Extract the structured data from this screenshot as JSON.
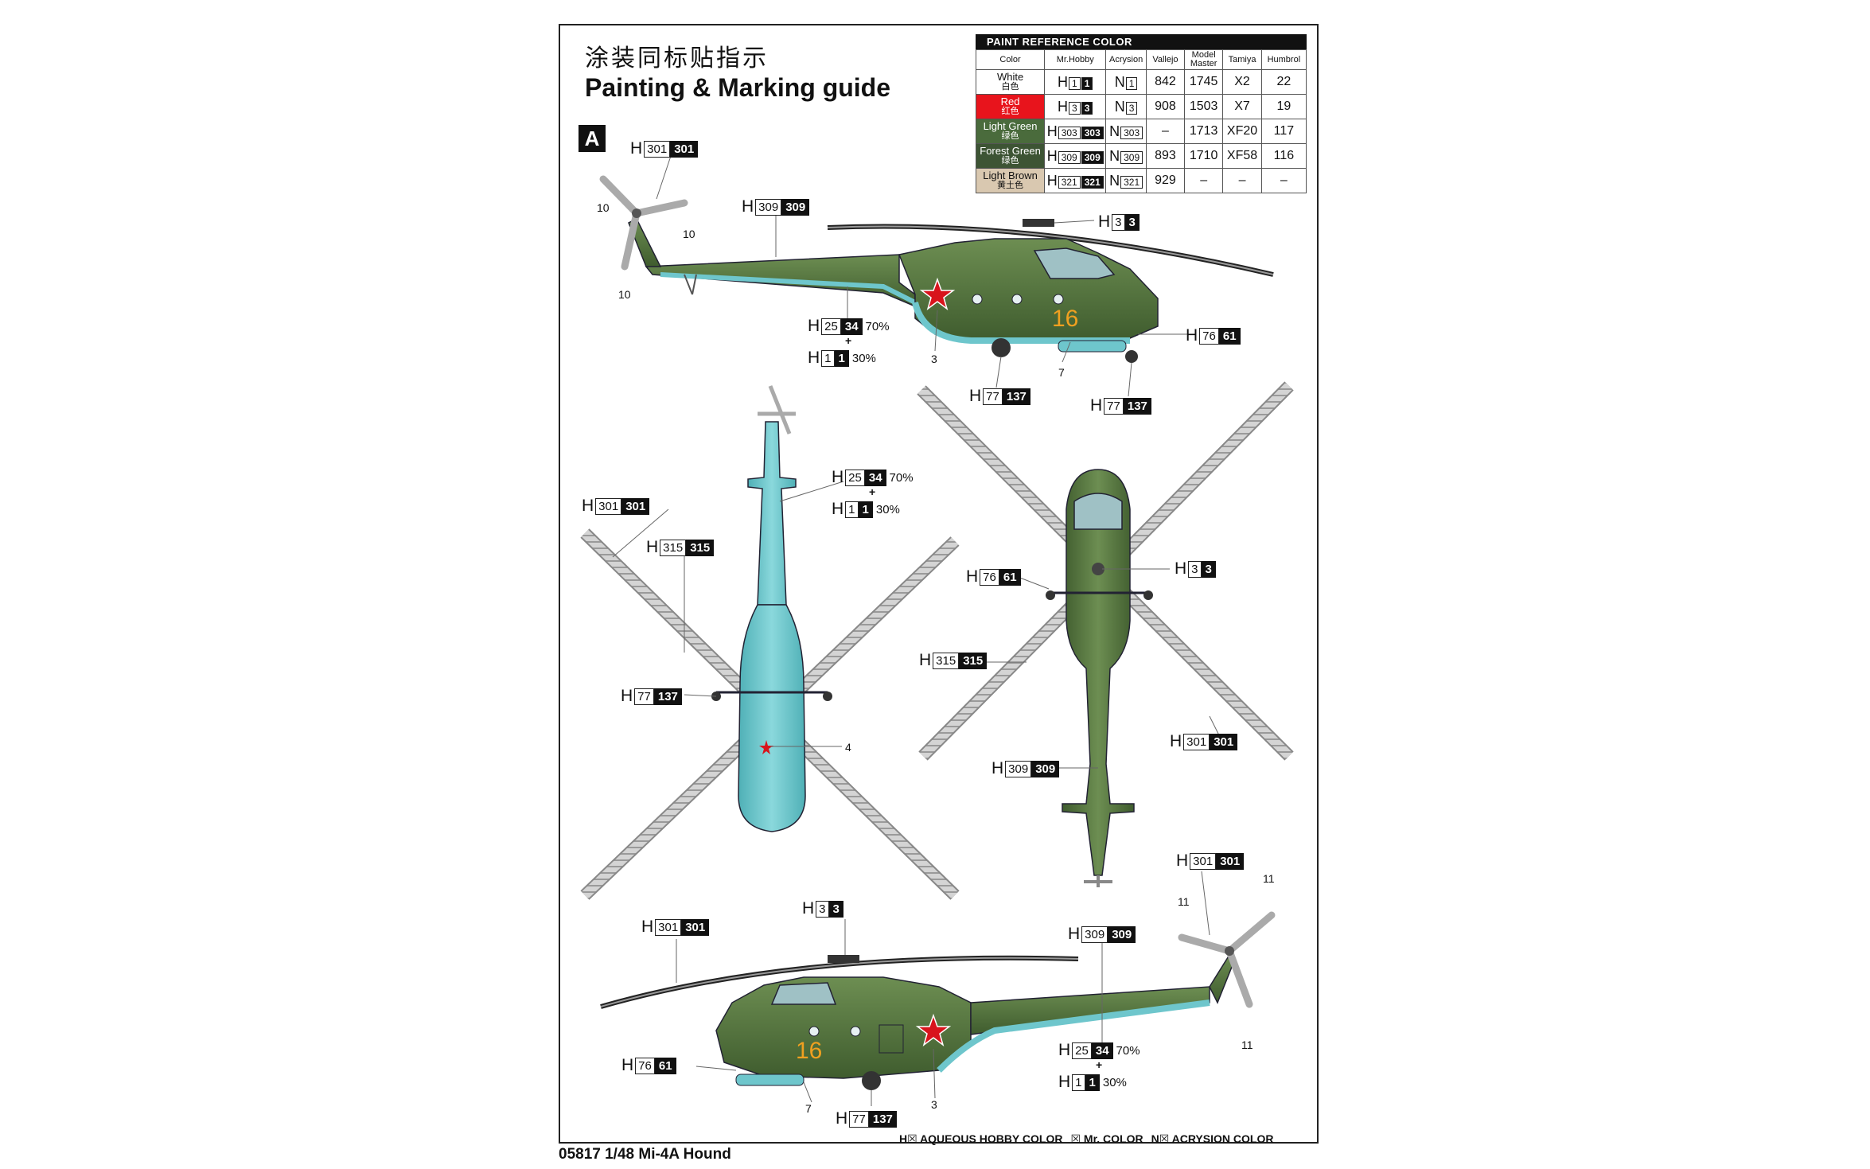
{
  "title_cn": "涂装同标贴指示",
  "title_en": "Painting & Marking guide",
  "badge": "A",
  "paint_table": {
    "heading": "PAINT  REFERENCE COLOR",
    "columns": [
      "Color",
      "Mr.Hobby",
      "Acrysion",
      "Vallejo",
      "Model Master",
      "Tamiya",
      "Humbrol"
    ],
    "rows": [
      {
        "color_en": "White",
        "color_cn": "白色",
        "swatch": "#ffffff",
        "text_color": "#111111",
        "h": "1",
        "n": "1",
        "vallejo": "842",
        "model_master": "1745",
        "tamiya": "X2",
        "humbrol": "22"
      },
      {
        "color_en": "Red",
        "color_cn": "红色",
        "swatch": "#e8141c",
        "text_color": "#ffffff",
        "h": "3",
        "n": "3",
        "vallejo": "908",
        "model_master": "1503",
        "tamiya": "X7",
        "humbrol": "19"
      },
      {
        "color_en": "Light Green",
        "color_cn": "绿色",
        "swatch": "#4a6b3c",
        "text_color": "#ffffff",
        "h": "303",
        "n": "303",
        "vallejo": "–",
        "model_master": "1713",
        "tamiya": "XF20",
        "humbrol": "117"
      },
      {
        "color_en": "Forest Green",
        "color_cn": "绿色",
        "swatch": "#3d5434",
        "text_color": "#ffffff",
        "h": "309",
        "n": "309",
        "vallejo": "893",
        "model_master": "1710",
        "tamiya": "XF58",
        "humbrol": "116"
      },
      {
        "color_en": "Light Brown",
        "color_cn": "黄土色",
        "swatch": "#d9c8b0",
        "text_color": "#111111",
        "h": "321",
        "n": "321",
        "vallejo": "929",
        "model_master": "–",
        "tamiya": "–",
        "humbrol": "–"
      }
    ]
  },
  "colors": {
    "green": "#5a7a42",
    "green_dark": "#3e5a2e",
    "cyan": "#6ec6cc",
    "cyan_dark": "#4aa9b0",
    "rotor": "#cfcfcf",
    "code": "#f0a020",
    "star": "#d8141c"
  },
  "callouts": {
    "c1": {
      "code": "301",
      "black": "301"
    },
    "c2": {
      "code": "309",
      "black": "309"
    },
    "c3": {
      "code": "3",
      "black": "3"
    },
    "c4": {
      "code": "25",
      "black": "34",
      "pct": "70%"
    },
    "c5": {
      "code": "1",
      "black": "1",
      "pct": "30%"
    },
    "c6": {
      "code": "76",
      "black": "61"
    },
    "c7": {
      "code": "77",
      "black": "137"
    },
    "c8": {
      "code": "77",
      "black": "137"
    },
    "c9": {
      "code": "25",
      "black": "34",
      "pct": "70%"
    },
    "c10": {
      "code": "1",
      "black": "1",
      "pct": "30%"
    },
    "c11": {
      "code": "301",
      "black": "301"
    },
    "c12": {
      "code": "315",
      "black": "315"
    },
    "c13": {
      "code": "77",
      "black": "137"
    },
    "c14": {
      "code": "76",
      "black": "61"
    },
    "c15": {
      "code": "3",
      "black": "3"
    },
    "c16": {
      "code": "315",
      "black": "315"
    },
    "c17": {
      "code": "301",
      "black": "301"
    },
    "c18": {
      "code": "309",
      "black": "309"
    },
    "c19": {
      "code": "301",
      "black": "301"
    },
    "c20": {
      "code": "3",
      "black": "3"
    },
    "c21": {
      "code": "301",
      "black": "301"
    },
    "c22": {
      "code": "309",
      "black": "309"
    },
    "c23": {
      "code": "76",
      "black": "61"
    },
    "c24": {
      "code": "25",
      "black": "34",
      "pct": "70%"
    },
    "c25": {
      "code": "1",
      "black": "1",
      "pct": "30%"
    },
    "c26": {
      "code": "77",
      "black": "137"
    }
  },
  "h_letter": "H",
  "plus": "+",
  "decal_numbers": {
    "n10a": "10",
    "n10b": "10",
    "n10c": "10",
    "n3a": "3",
    "n7a": "7",
    "n4": "4",
    "n11a": "11",
    "n11b": "11",
    "n11c": "11",
    "n3b": "3",
    "n7b": "7"
  },
  "side_code": "16",
  "legend": {
    "h": "AQUEOUS HOBBY COLOR",
    "m": "Mr. COLOR",
    "n": "ACRYSION COLOR"
  },
  "footer": "05817 1/48  Mi-4A Hound"
}
